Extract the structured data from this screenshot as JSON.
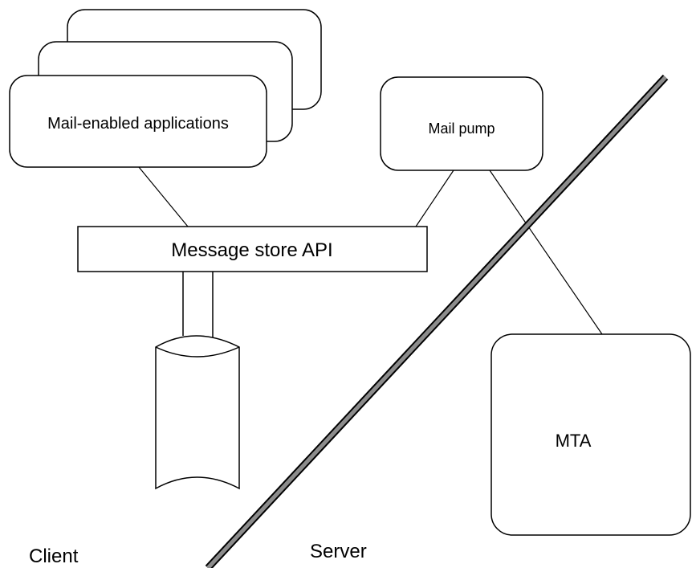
{
  "nodes": {
    "mail_apps": "Mail-enabled applications",
    "mail_pump": "Mail pump",
    "msg_store_api": "Message store API",
    "mta": "MTA"
  },
  "regions": {
    "client": "Client",
    "server": "Server"
  },
  "colors": {
    "stroke": "#000000",
    "divider": "#808080",
    "background": "#ffffff"
  }
}
